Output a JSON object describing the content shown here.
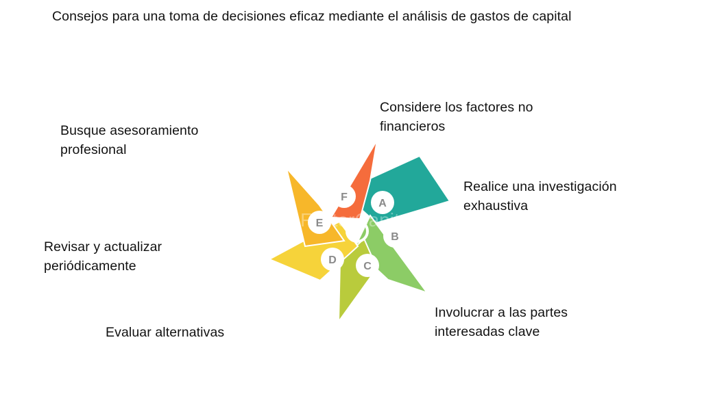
{
  "title": "Consejos para una toma de decisiones eficaz mediante el análisis de gastos de capital",
  "labels": {
    "considere": [
      "Considere los factores no",
      "financieros"
    ],
    "investigacion": [
      "Realice una investigación",
      "exhaustiva"
    ],
    "involucrar": [
      "Involucrar a las partes",
      "interesadas clave"
    ],
    "evaluar": [
      "Evaluar alternativas"
    ],
    "revisar": [
      "Revisar y actualizar",
      "periódicamente"
    ],
    "asesoramiento": [
      "Busque asesoramiento",
      "profesional"
    ]
  },
  "nodes": [
    {
      "letter": "A",
      "color": "#22a89a"
    },
    {
      "letter": "B",
      "color": "#8ccc66"
    },
    {
      "letter": "C",
      "color": "#b9cb3c"
    },
    {
      "letter": "D",
      "color": "#f6d33a"
    },
    {
      "letter": "E",
      "color": "#f7b72a"
    },
    {
      "letter": "F",
      "color": "#f56c3c"
    }
  ],
  "watermark": "FasterCapital"
}
